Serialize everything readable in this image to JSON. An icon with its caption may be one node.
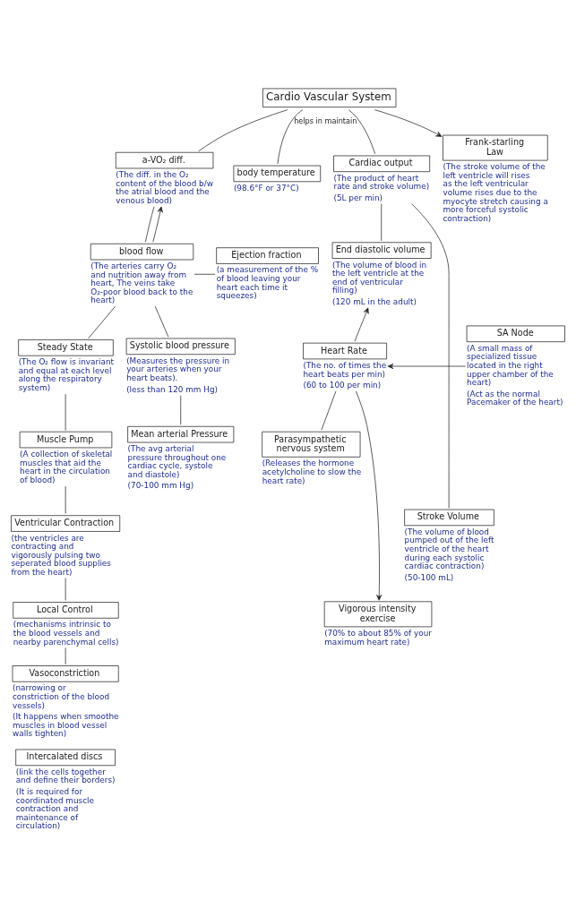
{
  "diagram": {
    "nodes": [
      {
        "text": [
          "Cardio Vascular System"
        ]
      },
      {
        "text": [
          "a-VO₂ diff."
        ],
        "beside": [
          "(The diff. in the O₂ content of the blood b/w the atrial blood and the venous blood)"
        ]
      },
      {
        "text": [
          "body temperature"
        ],
        "beside": [
          "(98.6°F or 37°C)"
        ]
      },
      {
        "text": [
          "Cardiac output"
        ],
        "beside": [
          "(The product of heart rate and stroke volume)",
          "(5L per min)"
        ]
      },
      {
        "text": [
          "Frank-starling Law"
        ],
        "beside": [
          "(The stroke volume of the left ventricle will rises as the left ventricular volume rises due to the myocyte stretch causing a more forceful systolic contraction)"
        ]
      },
      {
        "text": [
          "Ejection fraction"
        ],
        "beside": [
          "(a measurement of the % of blood leaving your heart each time it squeezes)"
        ]
      },
      {
        "text": [
          "End diastolic volume"
        ],
        "beside": [
          "(The volume of blood in the left ventricle at the end of ventricular filling)",
          "(120 mL in the adult)"
        ]
      },
      {
        "text": [
          "blood flow"
        ],
        "beside": [
          "(The arteries carry O₂ and nutrition away from heart, The veins take O₂-poor blood back to the heart)"
        ]
      },
      {
        "text": [
          "Steady State"
        ],
        "beside": [
          "(The O₂ flow is invariant and equal at each level along the respiratory system)"
        ]
      },
      {
        "text": [
          "Heart Rate"
        ],
        "beside": [
          "(The no. of times the heart beats per min)",
          "(60 to 100 per min)"
        ]
      },
      {
        "text": [
          "SA Node"
        ],
        "beside": [
          "(A small mass of specialized tissue located in the right upper chamber of the heart)",
          "(Act as the normal Pacemaker of the heart)"
        ]
      },
      {
        "text": [
          "Systolic blood pressure"
        ],
        "beside": [
          "(Measures the pressure in your arteries when your heart beats).",
          "(less than 120 mm Hg)"
        ]
      },
      {
        "text": [
          "Muscle Pump"
        ],
        "beside": [
          "(A collection of skeletal muscles that aid the heart in the circulation of blood)"
        ]
      },
      {
        "text": [
          "Parasympathetic nervous system"
        ],
        "beside": [
          "(Releases the hormone acetylcholine to slow the heart rate)"
        ]
      },
      {
        "text": [
          "Mean arterial Pressure"
        ],
        "beside": [
          "(The avg arterial pressure throughout one cardiac cycle, systole and diastole)",
          "(70-100 mm Hg)"
        ]
      },
      {
        "text": [
          "Ventricular Contraction"
        ],
        "beside": [
          "(the ventricles are contracting and vigorously pulsing two seperated blood supplies from the heart)"
        ]
      },
      {
        "text": [
          "Stroke Volume"
        ],
        "beside": [
          "(The volume of blood pumped out of the left ventricle of the heart during each systolic cardiac contraction)",
          "(50-100 mL)"
        ]
      },
      {
        "text": [
          "Vasoconstriction"
        ],
        "beside": [
          "(narrowing or constriction of the blood vessels)",
          "(It happens when smoothe muscles in blood vessel walls tighten)"
        ]
      },
      {
        "text": [
          "Local Control"
        ],
        "beside": [
          "(mechanisms intrinsic to the blood vessels and nearby parenchymal cells)"
        ]
      },
      {
        "text": [
          "Vigorous intensity exercise"
        ],
        "beside": [
          "(70% to about 85% of your maximum heart rate)"
        ]
      },
      {
        "text": [
          "Intercalated discs"
        ],
        "beside": [
          "(link the cells together and define their borders)",
          "(It is required for coordinated muscle contraction and maintenance of circulation)"
        ]
      }
    ],
    "edges": [
      {
        "from": 0,
        "to": 1,
        "arrow": "none"
      },
      {
        "from": 0,
        "to": 2,
        "arrow": "none",
        "label": "helps in maintain"
      },
      {
        "from": 0,
        "to": 3,
        "arrow": "none"
      },
      {
        "from": 0,
        "to": 4,
        "arrow": "to"
      },
      {
        "from": 1,
        "to": 7,
        "arrow": "none"
      },
      {
        "from": 7,
        "to": 1,
        "arrow": "to"
      },
      {
        "from": 7,
        "to": 5,
        "arrow": "none"
      },
      {
        "from": 7,
        "to": 8,
        "arrow": "none"
      },
      {
        "from": 7,
        "to": 11,
        "arrow": "none"
      },
      {
        "from": 3,
        "to": 6,
        "arrow": "none"
      },
      {
        "from": 3,
        "to": 16,
        "arrow": "none"
      },
      {
        "from": 9,
        "to": 6,
        "arrow": "to"
      },
      {
        "from": 10,
        "to": 9,
        "arrow": "to"
      },
      {
        "from": 9,
        "to": 13,
        "arrow": "none"
      },
      {
        "from": 9,
        "to": 19,
        "arrow": "to"
      },
      {
        "from": 8,
        "to": 12,
        "arrow": "none"
      },
      {
        "from": 12,
        "to": 15,
        "arrow": "none"
      },
      {
        "from": 15,
        "to": 18,
        "arrow": "none"
      },
      {
        "from": 18,
        "to": 17,
        "arrow": "none"
      },
      {
        "from": 11,
        "to": 14,
        "arrow": "none"
      }
    ]
  }
}
